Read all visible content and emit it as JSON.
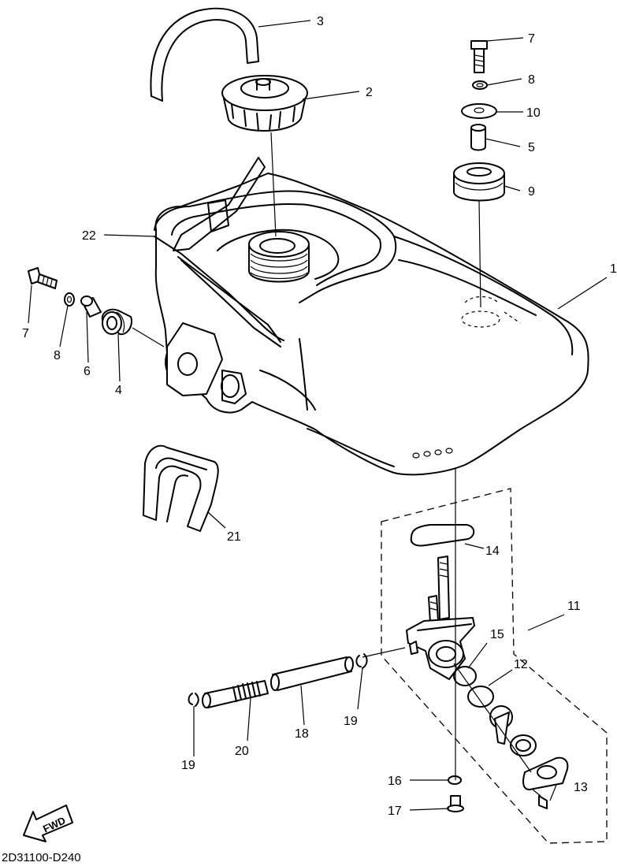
{
  "diagram_code": "2D31100-D240",
  "fwd_label": "FWD",
  "callouts": {
    "c1": "1",
    "c2": "2",
    "c3": "3",
    "c4": "4",
    "c5": "5",
    "c6": "6",
    "c7a": "7",
    "c7b": "7",
    "c8a": "8",
    "c8b": "8",
    "c9": "9",
    "c10": "10",
    "c11": "11",
    "c12": "12",
    "c13": "13",
    "c14": "14",
    "c15": "15",
    "c16": "16",
    "c17": "17",
    "c18": "18",
    "c19a": "19",
    "c19b": "19",
    "c20": "20",
    "c21": "21",
    "c22": "22"
  }
}
